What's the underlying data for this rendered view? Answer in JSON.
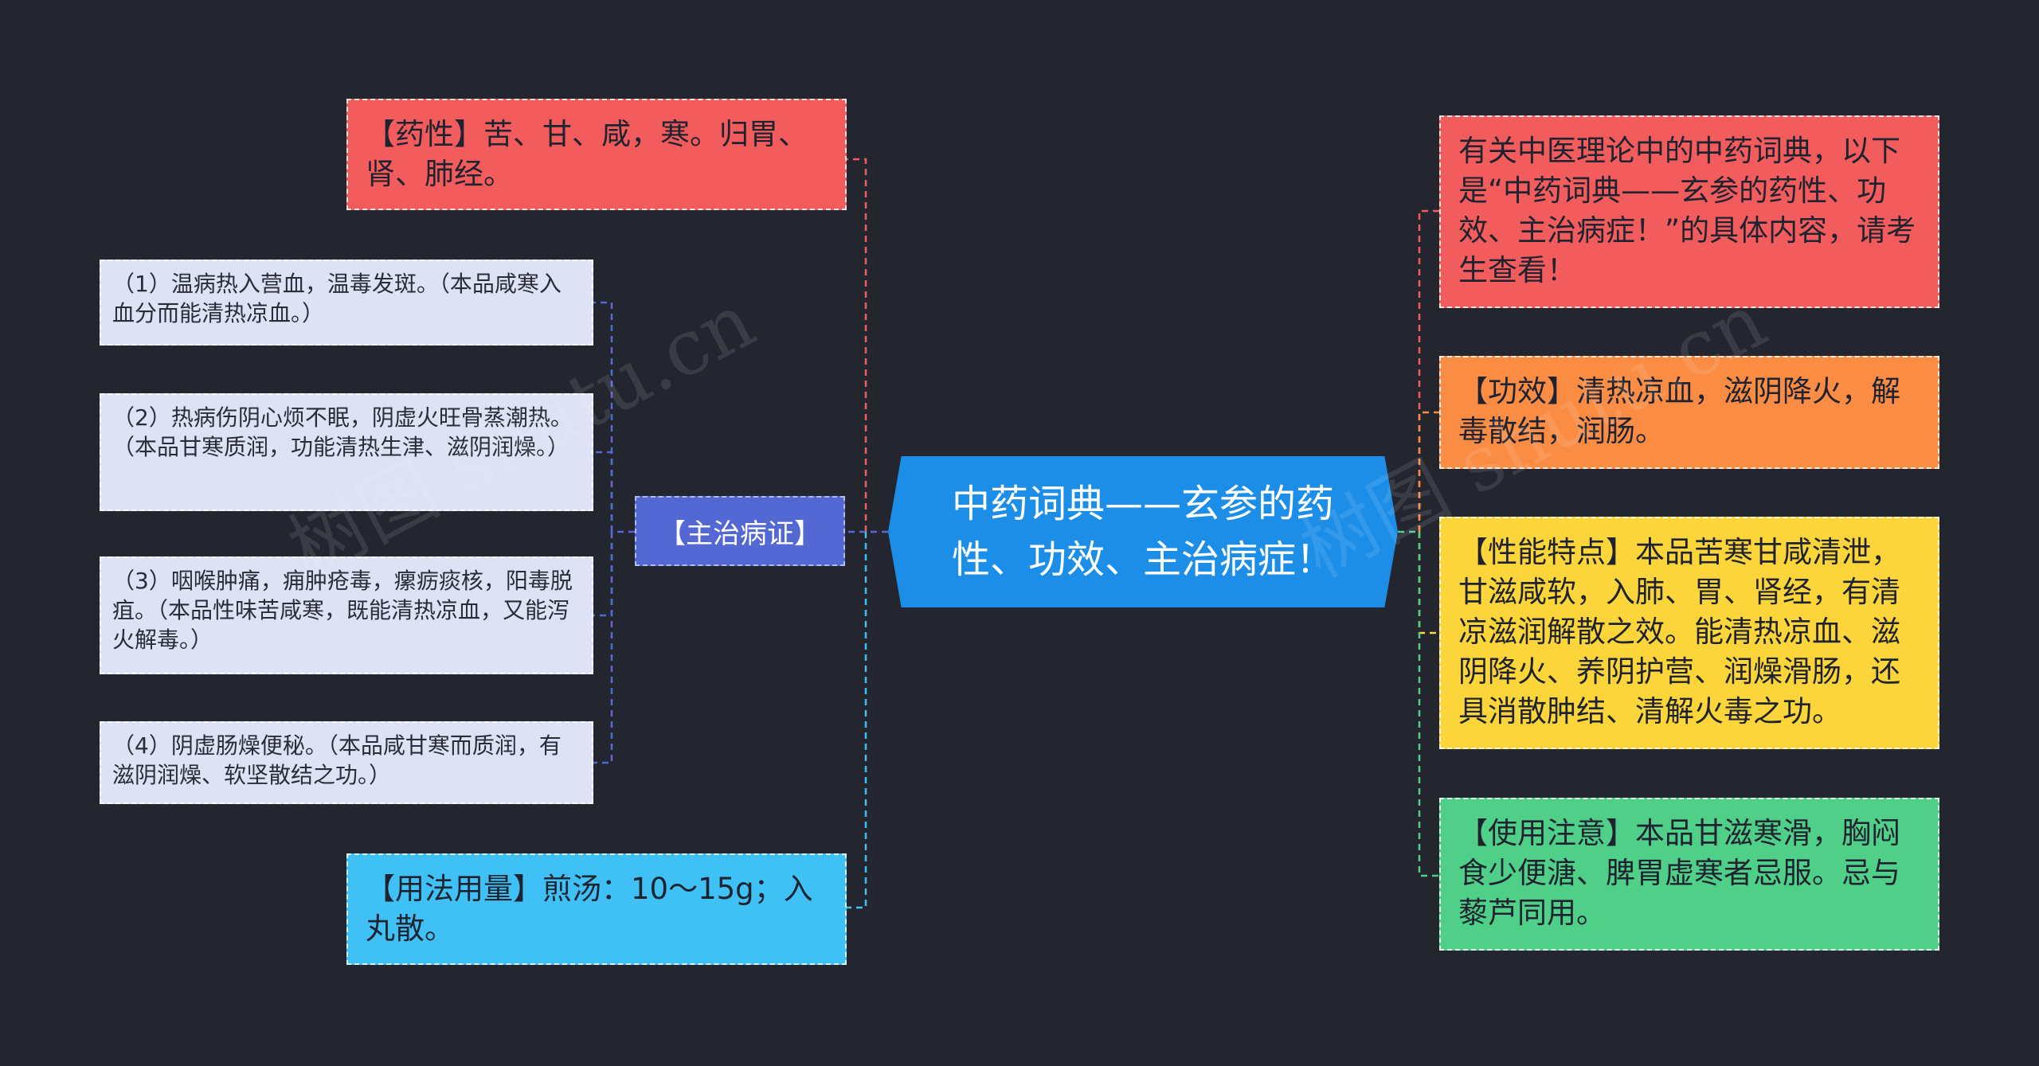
{
  "colors": {
    "background": "#23262f",
    "root": "#1c8ee8",
    "red": "#f25c5c",
    "orange": "#fb8c44",
    "yellow": "#fcd53a",
    "green": "#4fcf88",
    "cyan": "#3fc1f5",
    "subnode": "#5468d4",
    "leaf": "#dde3f5"
  },
  "root": {
    "label": "中药词典——玄参的药性、功效、主治病症！"
  },
  "left": {
    "yaoxing": "【药性】苦、甘、咸，寒。归胃、肾、肺经。",
    "zhuzhi": {
      "label": "【主治病证】",
      "items": [
        "（1）温病热入营血，温毒发斑。（本品咸寒入血分而能清热凉血。）",
        "（2）热病伤阴心烦不眠，阴虚火旺骨蒸潮热。（本品甘寒质润，功能清热生津、滋阴润燥。）",
        "（3）咽喉肿痛，痈肿疮毒，瘰疬痰核，阳毒脱疽。（本品性味苦咸寒，既能清热凉血，又能泻火解毒。）",
        "（4）阴虚肠燥便秘。（本品咸甘寒而质润，有滋阴润燥、软坚散结之功。）"
      ]
    },
    "yongfa": "【用法用量】煎汤：10～15g；入丸散。"
  },
  "right": {
    "intro": "有关中医理论中的中药词典，以下是“中药词典——玄参的药性、功效、主治病症！”的具体内容，请考生查看！",
    "gongxiao": "【功效】清热凉血，滋阴降火，解毒散结，润肠。",
    "xingneng": "【性能特点】本品苦寒甘咸清泄，甘滋咸软，入肺、胃、肾经，有清凉滋润解散之效。能清热凉血、滋阴降火、养阴护营、润燥滑肠，还具消散肿结、清解火毒之功。",
    "zhuyi": "【使用注意】本品甘滋寒滑，胸闷食少便溏、脾胃虚寒者忌服。忌与藜芦同用。"
  },
  "watermarks": [
    "树图 shutu.cn",
    "树图 shutu.cn"
  ]
}
